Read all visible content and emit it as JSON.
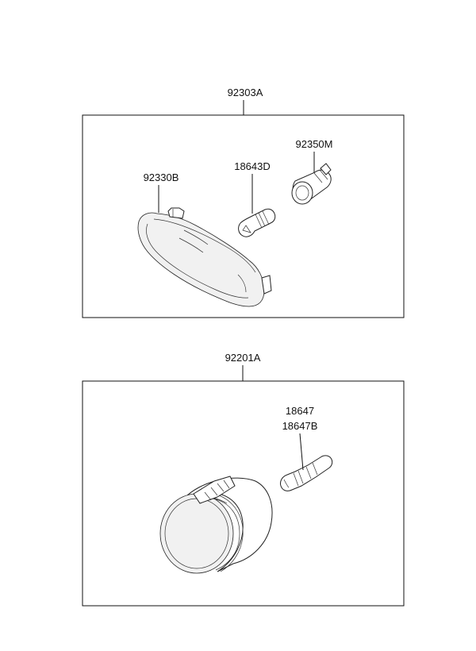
{
  "assemblies": [
    {
      "part_number": "92303A",
      "parts": [
        {
          "part_number": "92330B",
          "name": "lamp-lens"
        },
        {
          "part_number": "18643D",
          "name": "bulb"
        },
        {
          "part_number": "92350M",
          "name": "bulb-socket"
        }
      ]
    },
    {
      "part_number": "92201A",
      "parts": [
        {
          "part_number": "18647",
          "name": "bulb"
        },
        {
          "part_number": "18647B",
          "name": "bulb"
        }
      ]
    }
  ],
  "colors": {
    "line": "#111111",
    "background": "#ffffff"
  }
}
